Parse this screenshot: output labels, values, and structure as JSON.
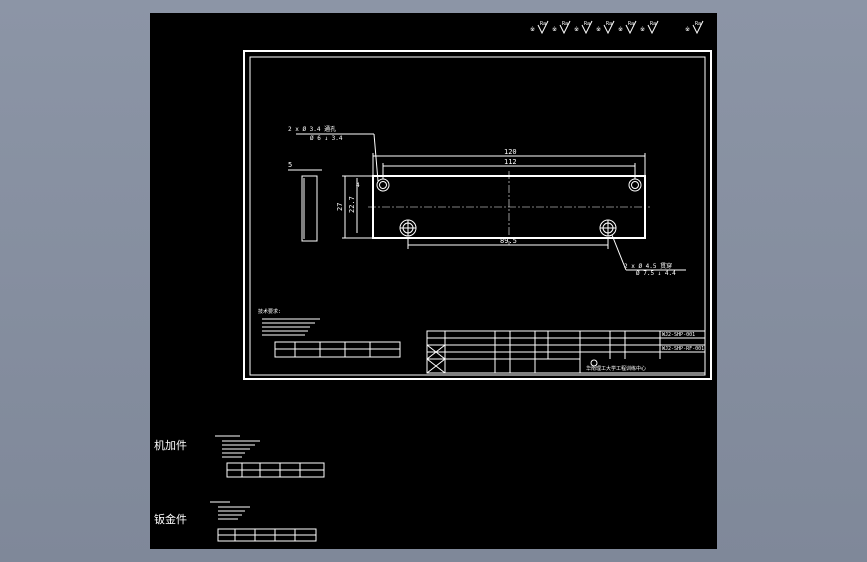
{
  "drawing": {
    "dim_overall_length": "120",
    "dim_hole_pitch_top": "112",
    "dim_height": "27",
    "dim_height_inner": "22.7",
    "dim_hole_offset": "4",
    "dim_hole_pitch_bottom": "89.5",
    "dim_thickness": "5",
    "callout_top_a": "2 x Ø 3.4 通孔",
    "callout_top_b": "Ø 6 ↓ 3.4",
    "callout_bottom_a": "2 x Ø 4.5 贯穿",
    "callout_bottom_b": "Ø 7.5 ↓ 4.4"
  },
  "notes_main_title": "技术要求:",
  "notes_side_labels": {
    "machined": "机加件",
    "sheet_metal": "钣金件"
  },
  "title_block": {
    "company": "华南理工大学工程训练中心",
    "drawing_no_1": "WJ2-SHP-001",
    "drawing_no_2": "WJ2-SHP-RF-001"
  },
  "colors": {
    "app_background": "#8c95a6",
    "drawing_background": "#000000",
    "line": "#ffffff"
  }
}
